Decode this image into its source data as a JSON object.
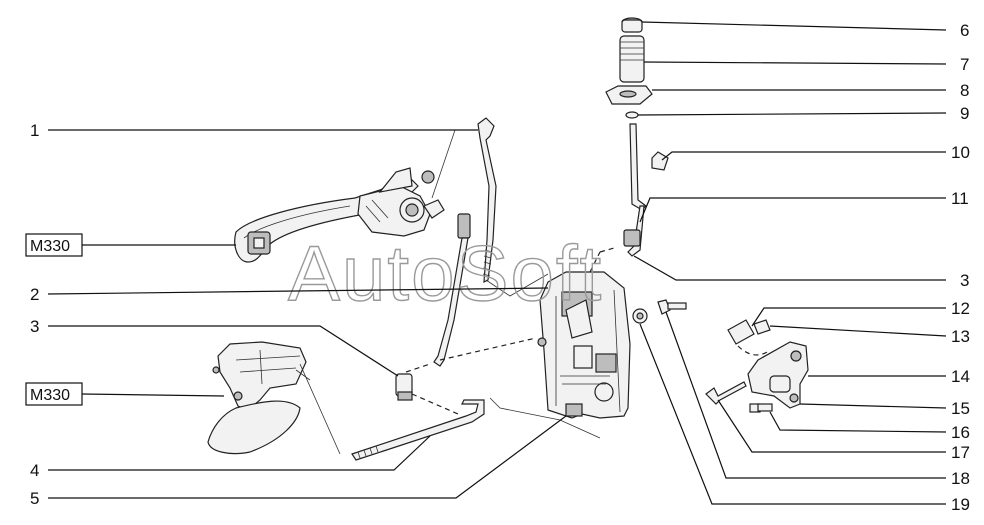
{
  "watermark": "AutoSoft",
  "callouts": {
    "left": [
      "1",
      "2",
      "3",
      "4",
      "5"
    ],
    "right": [
      "6",
      "7",
      "8",
      "9",
      "10",
      "11",
      "3",
      "12",
      "13",
      "14",
      "15",
      "16",
      "17",
      "18",
      "19"
    ]
  },
  "boxes": [
    "M330",
    "M330"
  ]
}
